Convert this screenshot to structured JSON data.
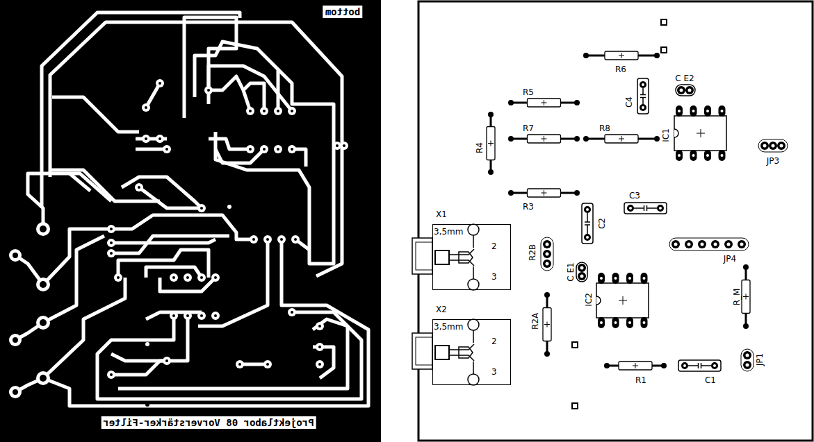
{
  "diagram": {
    "nodes": [
      {
        "text": [
          "X1",
          "3,5mm",
          "2",
          "3"
        ]
      },
      {
        "text": [
          "X2",
          "3,5mm",
          "2",
          "3"
        ]
      }
    ],
    "labels": [
      "bottom",
      "Projektlabor 08 Vorverstärker-Filter",
      "R6",
      "C E2",
      "C4",
      "R5",
      "R7",
      "R8",
      "IC1",
      "R4",
      "JP3",
      "R3",
      "C2",
      "C3",
      "R2B",
      "C E1",
      "JP4",
      "IC2",
      "R2A",
      "R_M",
      "R1",
      "C1",
      "JP1"
    ]
  }
}
